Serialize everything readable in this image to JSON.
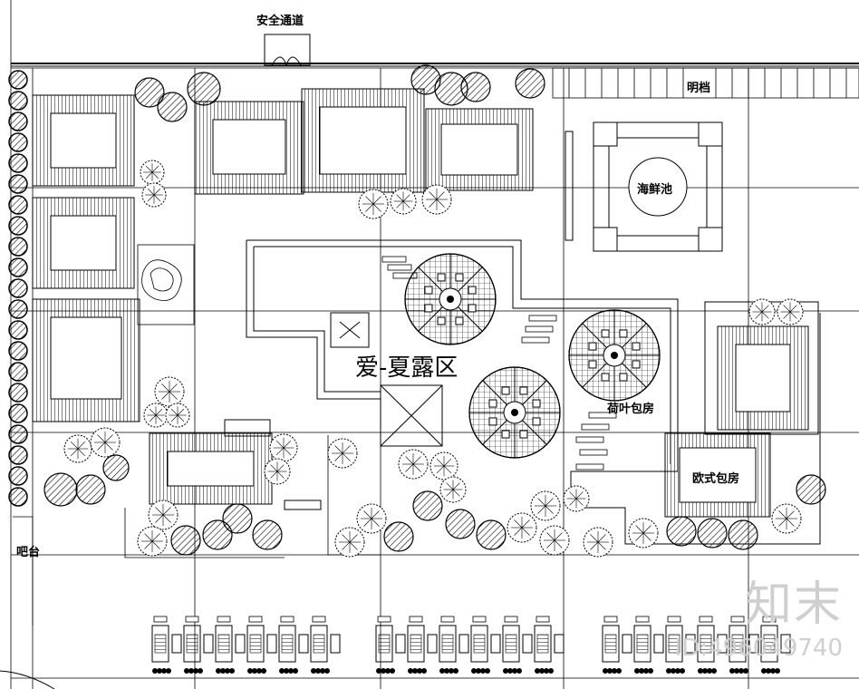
{
  "labels": {
    "safety_passage": "安全通道",
    "awning": "明档",
    "seafood_pool": "海鲜池",
    "summer_dew_zone": "爱-夏露区",
    "lotus_room": "荷叶包房",
    "european_room": "欧式包房",
    "bar_counter": "吧台"
  },
  "watermark": {
    "logo": "知末",
    "id": "ID:496049740"
  }
}
